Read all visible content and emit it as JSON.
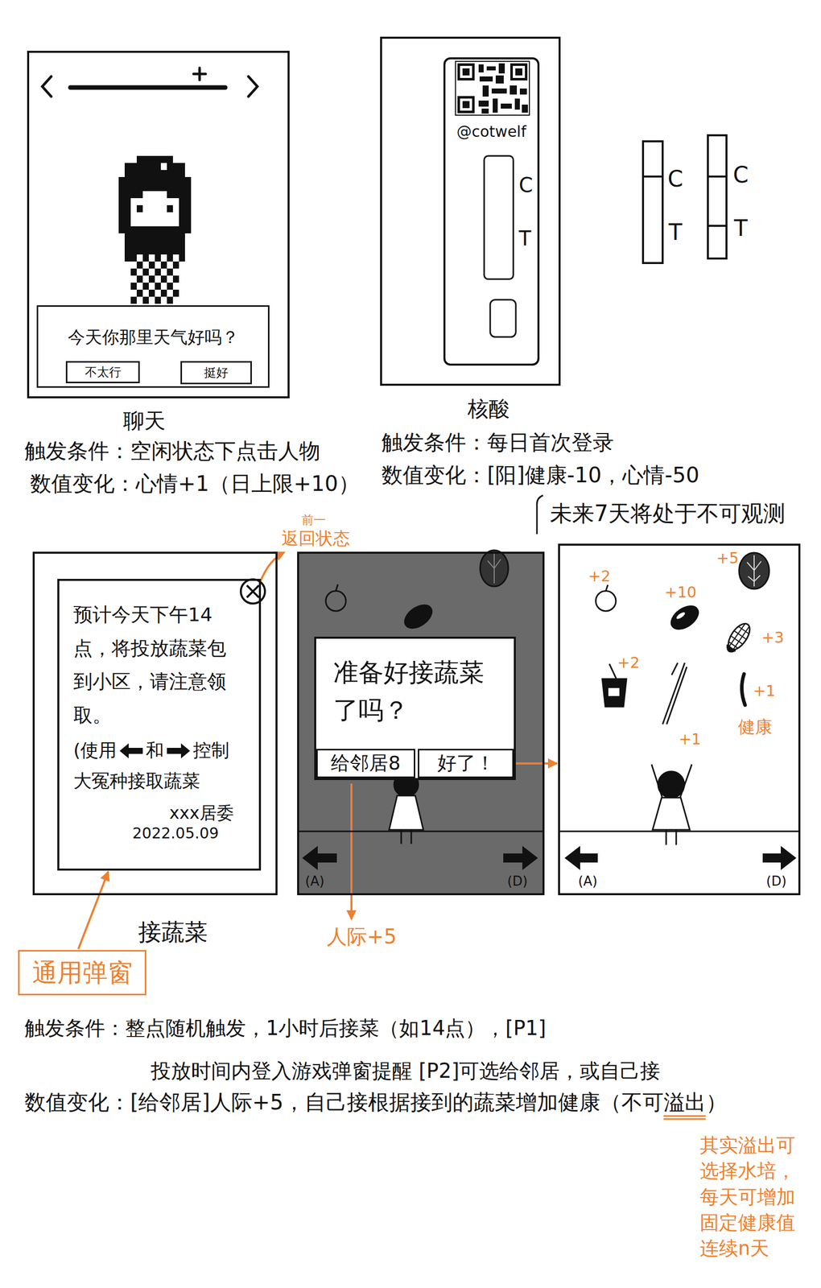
{
  "diagram": {
    "nodes": [
      {
        "text": [
          "聊天"
        ]
      },
      {
        "text": [
          "今天你那里天气好吗？"
        ],
        "in": 0
      },
      {
        "text": [
          "不太行"
        ],
        "in": 1
      },
      {
        "text": [
          "挺好"
        ],
        "in": 1
      },
      {
        "text": [
          "核酸"
        ]
      },
      {
        "text": [
          "@cotwelf",
          "C",
          "T"
        ],
        "in": 4
      },
      {
        "text": [
          "接蔬菜"
        ]
      },
      {
        "text": [
          "预计今天下午14点，将投放蔬菜包到小区，请注意领取。",
          "(使用",
          "和",
          "控制大冤种接取蔬菜",
          "xxx居委",
          "2022.05.09"
        ],
        "in": 6
      },
      {
        "text": [
          "(A)",
          "(D)"
        ]
      },
      {
        "text": [
          "准备好接蔬菜了吗？"
        ],
        "in": 8
      },
      {
        "text": [
          "给邻居8"
        ],
        "in": 9
      },
      {
        "text": [
          "好了！"
        ],
        "in": 9
      },
      {
        "text": [
          "(A)",
          "(D)"
        ]
      },
      {
        "text": [
          "通用弹窗"
        ]
      }
    ],
    "edges": [
      {
        "from": 13,
        "to": 7,
        "arrow": "to"
      },
      {
        "from": 11,
        "to": 12,
        "arrow": "to"
      }
    ],
    "labels": [
      "触发条件：空闲状态下点击人物",
      "数值变化：心情+1（日上限+10）",
      "C",
      "T",
      "C",
      "T",
      "触发条件：每日首次登录",
      "数值变化：[阳]健康-10，心情-50",
      "未来7天将处于不可观测",
      "前一",
      "返回状态",
      "人际+5",
      "+2",
      "+10",
      "+5",
      "+3",
      "+2",
      "+1",
      "+1",
      "健康",
      "触发条件：整点随机触发，1小时后接菜（如14点），[P1]",
      "投放时间内登入游戏弹窗提醒 [P2]可选给邻居，或自己接",
      "数值变化：[给邻居]人际+5，自己接根据接到的蔬菜增加健康（不可溢出）",
      "其实溢出可选择水培，每天可增加固定健康值连续n天"
    ]
  }
}
